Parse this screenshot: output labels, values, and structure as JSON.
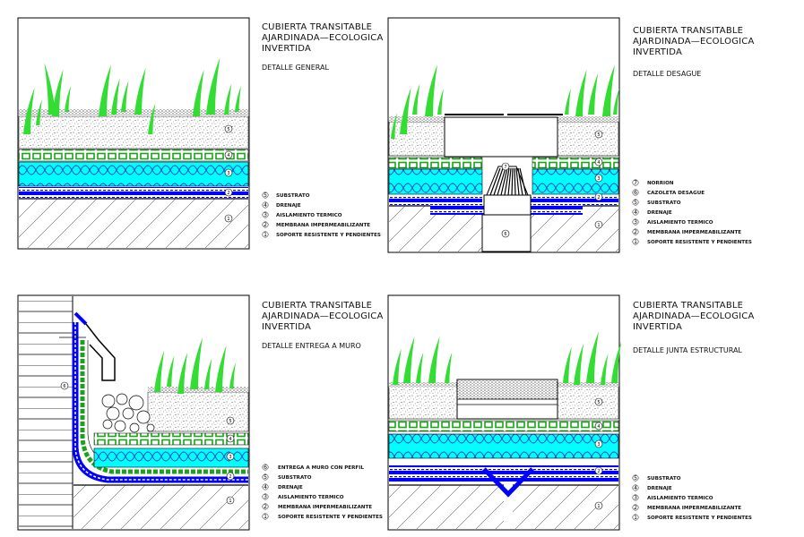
{
  "panels": [
    {
      "title": [
        "CUBIERTA TRANSITABLE",
        "AJARDINADA—ECOLOGICA",
        "INVERTIDA"
      ],
      "detail": "DETALLE GENERAL",
      "legend": [
        {
          "n": "5",
          "text": "SUBSTRATO"
        },
        {
          "n": "4",
          "text": "DRENAJE"
        },
        {
          "n": "3",
          "text": "AISLAMIENTO TERMICO"
        },
        {
          "n": "2",
          "text": "MEMBRANA IMPERMEABILIZANTE"
        },
        {
          "n": "1",
          "text": "SOPORTE RESISTENTE Y PENDIENTES"
        }
      ]
    },
    {
      "title": [
        "CUBIERTA TRANSITABLE",
        "AJARDINADA—ECOLOGICA",
        "INVERTIDA"
      ],
      "detail": "DETALLE DESAGUE",
      "legend": [
        {
          "n": "7",
          "text": "NORRION"
        },
        {
          "n": "6",
          "text": "CAZOLETA DESAGUE"
        },
        {
          "n": "5",
          "text": "SUBSTRATO"
        },
        {
          "n": "4",
          "text": "DRENAJE"
        },
        {
          "n": "3",
          "text": "AISLAMIENTO TERMICO"
        },
        {
          "n": "2",
          "text": "MEMBRANA IMPERMEABILIZANTE"
        },
        {
          "n": "1",
          "text": "SOPORTE RESISTENTE Y PENDIENTES"
        }
      ]
    },
    {
      "title": [
        "CUBIERTA TRANSITABLE",
        "AJARDINADA—ECOLOGICA",
        "INVERTIDA"
      ],
      "detail": "DETALLE ENTREGA A MURO",
      "legend": [
        {
          "n": "6",
          "text": "ENTREGA A MURO CON PERFIL"
        },
        {
          "n": "5",
          "text": "SUBSTRATO"
        },
        {
          "n": "4",
          "text": "DRENAJE"
        },
        {
          "n": "3",
          "text": "AISLAMIENTO TERMICO"
        },
        {
          "n": "2",
          "text": "MEMBRANA IMPERMEABILIZANTE"
        },
        {
          "n": "1",
          "text": "SOPORTE RESISTENTE Y PENDIENTES"
        }
      ]
    },
    {
      "title": [
        "CUBIERTA TRANSITABLE",
        "AJARDINADA—ECOLOGICA",
        "INVERTIDA"
      ],
      "detail": "DETALLE JUNTA ESTRUCTURAL",
      "legend": [
        {
          "n": "5",
          "text": "SUBSTRATO"
        },
        {
          "n": "4",
          "text": "DRENAJE"
        },
        {
          "n": "3",
          "text": "AISLAMIENTO TERMICO"
        },
        {
          "n": "2",
          "text": "MEMBRANA IMPERMEABILIZANTE"
        },
        {
          "n": "1",
          "text": "SOPORTE RESISTENTE Y PENDIENTES"
        }
      ]
    }
  ],
  "callouts": {
    "p1": [
      "5",
      "4",
      "3",
      "2",
      "1"
    ],
    "p2": [
      "7",
      "6",
      "5",
      "4",
      "3",
      "2",
      "1"
    ],
    "p3": [
      "6",
      "5",
      "4",
      "3",
      "2",
      "1"
    ],
    "p4": [
      "5",
      "4",
      "3",
      "2",
      "1"
    ]
  },
  "colors": {
    "grass": "#33dd33",
    "insulation": "#00ffff",
    "membrane": "#0000ff",
    "drainage": "#22bb22",
    "line": "#000000"
  }
}
